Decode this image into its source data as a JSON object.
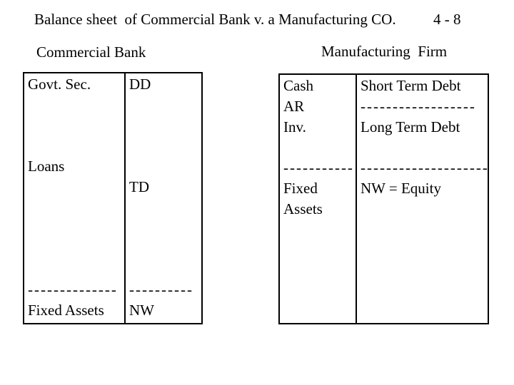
{
  "slide": {
    "title": "Balance sheet  of Commercial Bank v. a Manufacturing CO.",
    "page_number": "4 - 8",
    "background_color": "#ffffff",
    "text_color": "#000000"
  },
  "bank": {
    "heading": "Commercial Bank",
    "assets_lines": [
      "Govt. Sec.",
      "",
      "",
      "",
      "Loans",
      "",
      "",
      "",
      "",
      "",
      "--------------",
      "Fixed Assets"
    ],
    "liabilities_lines": [
      "DD",
      "",
      "",
      "",
      "",
      "TD",
      "",
      "",
      "",
      "",
      "----------",
      "NW"
    ]
  },
  "firm": {
    "heading": "Manufacturing  Firm",
    "assets_lines": [
      "Cash",
      "AR",
      "Inv.",
      "",
      "-----------",
      "Fixed",
      "Assets"
    ],
    "liabilities_lines": [
      "Short Term Debt",
      "------------------",
      "Long Term Debt",
      "",
      "--------------------",
      "NW = Equity"
    ]
  }
}
